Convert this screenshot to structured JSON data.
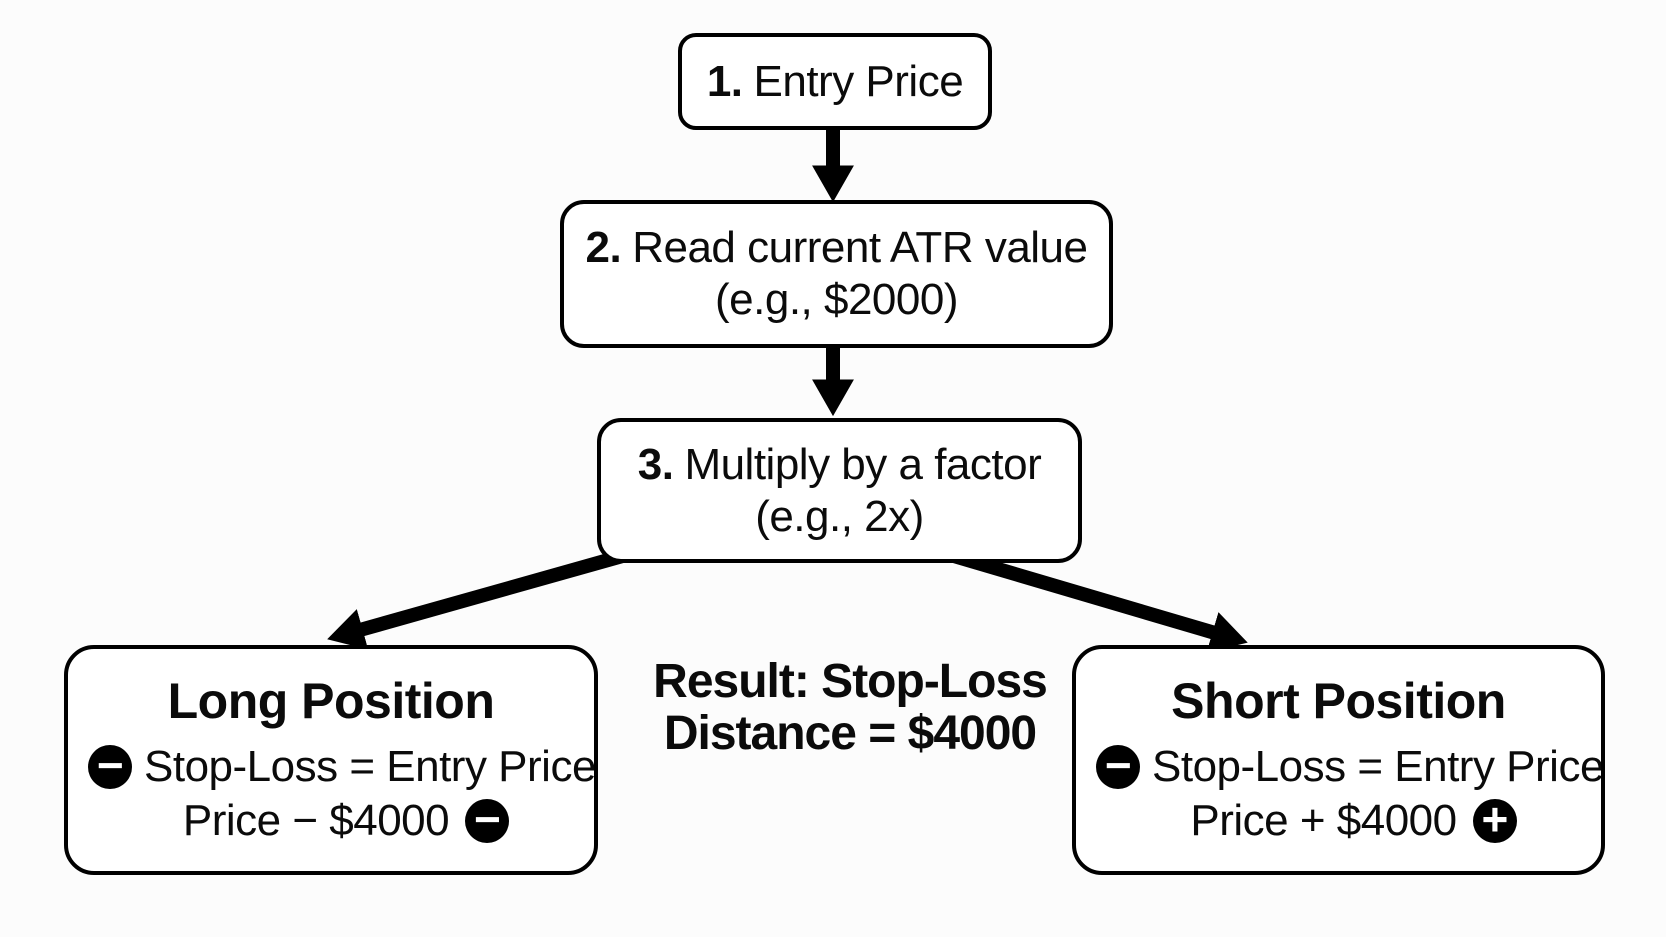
{
  "diagram": {
    "steps": {
      "step1": {
        "number": "1.",
        "label": "Entry Price"
      },
      "step2": {
        "number": "2.",
        "label": "Read current ATR value",
        "example": "(e.g., $2000)"
      },
      "step3": {
        "number": "3.",
        "label": "Multiply by a factor",
        "example": "(e.g., 2x)"
      }
    },
    "result": {
      "line1": "Result: Stop-Loss",
      "line2": "Distance = $4000"
    },
    "long_position": {
      "title": "Long Position",
      "formula_line1": "Stop-Loss = Entry Price",
      "formula_line2": "Price − $4000"
    },
    "short_position": {
      "title": "Short Position",
      "formula_line1": "Stop-Loss = Entry Price",
      "formula_line2": "Price + $4000"
    },
    "icons": {
      "minus": "−",
      "plus": "+"
    },
    "colors": {
      "stroke": "#000000",
      "box_fill": "#ffffff",
      "background": "#fcfcfc",
      "text": "#0b0b0b"
    }
  }
}
